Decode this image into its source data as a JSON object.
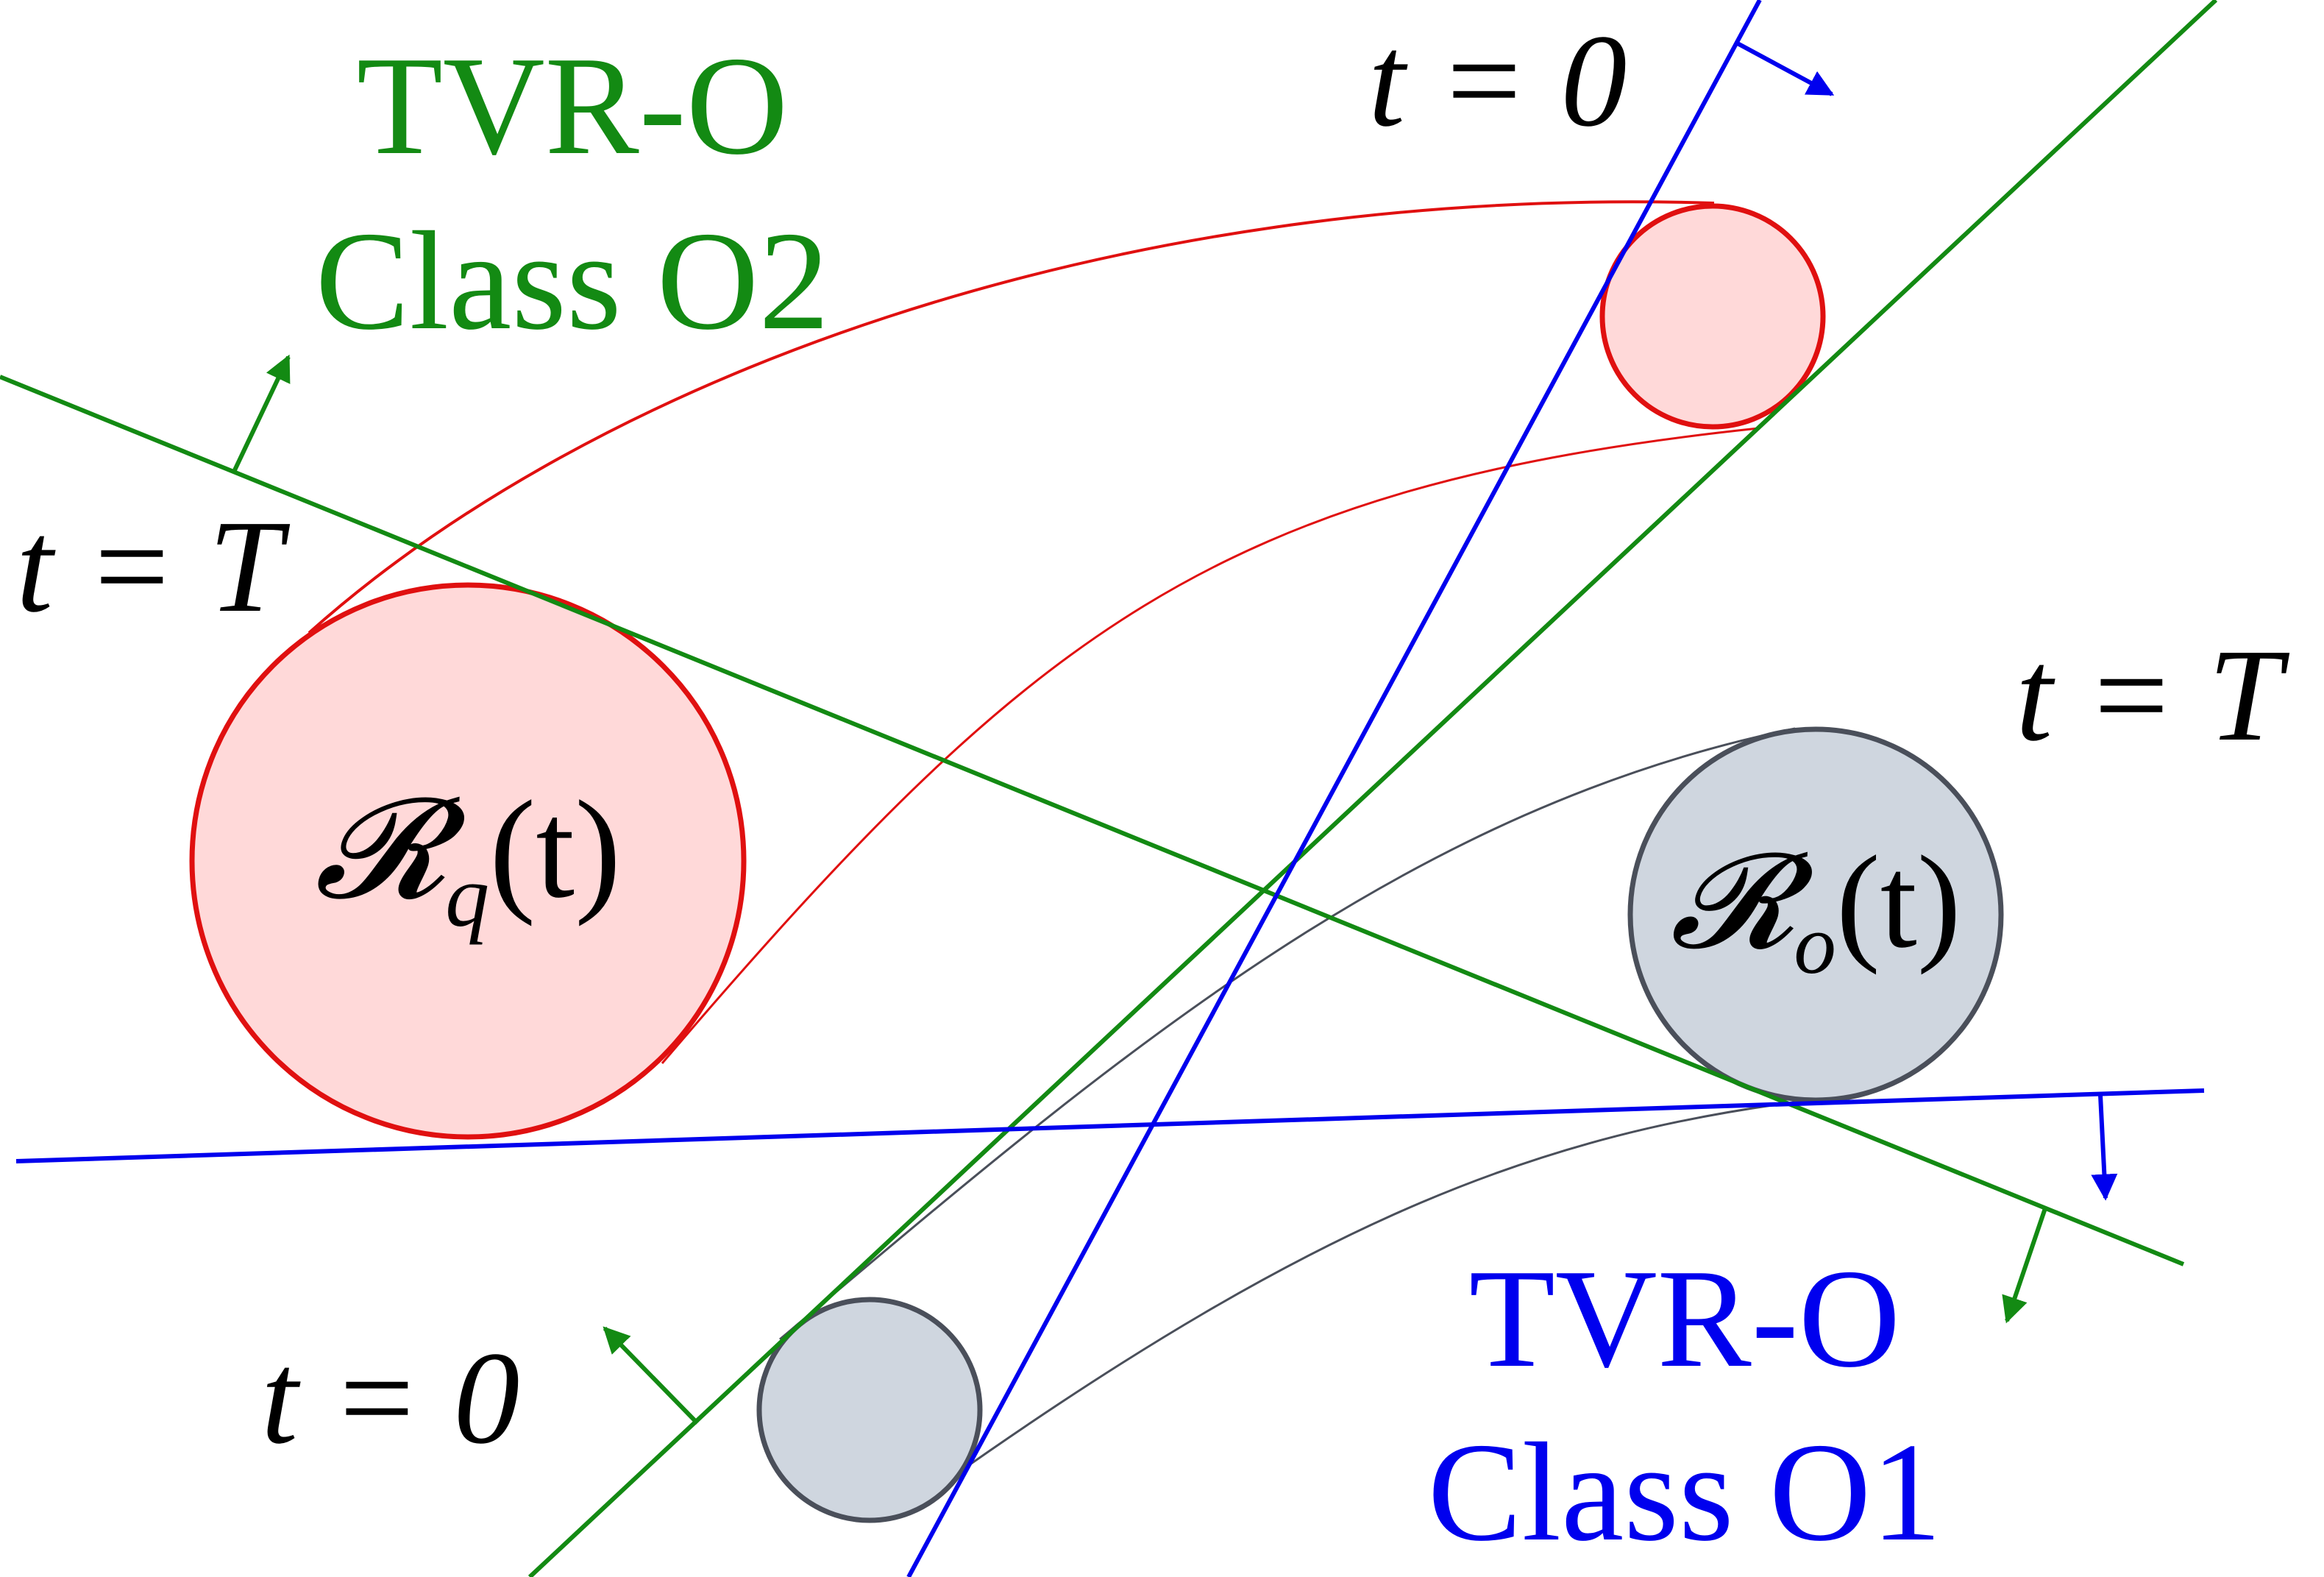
{
  "title_top": {
    "line1": "TVR-O",
    "line2": "Class O2"
  },
  "title_bottom": {
    "line1": "TVR-O",
    "line2": "Class O1"
  },
  "time_labels": {
    "q_start": "t = 0",
    "q_end": "t = T",
    "o_start": "t = 0",
    "o_end": "t = T"
  },
  "regions": {
    "query": {
      "script_letter": "𝓡",
      "subscript": "q",
      "arg": "(t)"
    },
    "obstacle": {
      "script_letter": "𝓡",
      "subscript": "o",
      "arg": "(t)"
    }
  },
  "colors": {
    "class_o2": "#138a13",
    "class_o1": "#0000ee",
    "query_stroke": "#e01010",
    "query_fill": "#ffd9d9",
    "obstacle_stroke": "#4a4f5a",
    "obstacle_fill": "#cfd6df",
    "text": "#000000"
  }
}
